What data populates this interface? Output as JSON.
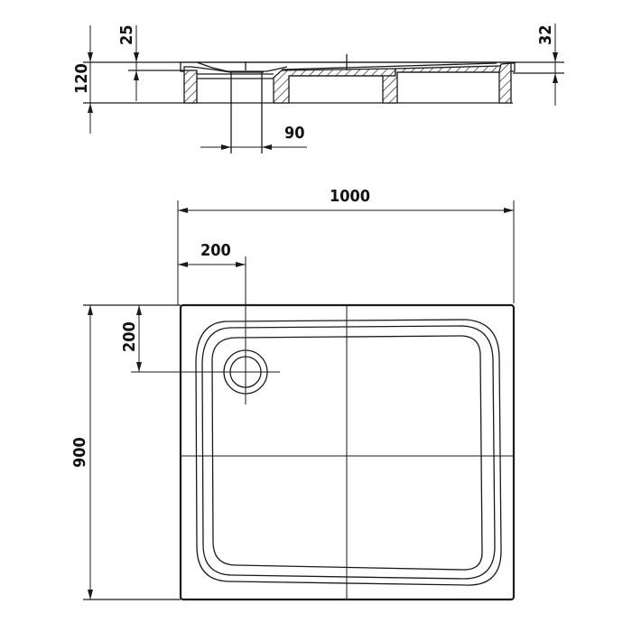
{
  "drawing": {
    "title": "Shower tray technical drawing",
    "units": "mm",
    "colors": {
      "line": "#1a1a1a",
      "background": "#ffffff"
    }
  },
  "section_view": {
    "dimensions": {
      "total_height": "120",
      "rim_depth": "25",
      "edge_height": "32",
      "drain_diameter": "90"
    }
  },
  "plan_view": {
    "dimensions": {
      "width": "1000",
      "depth": "900",
      "drain_offset_x": "200",
      "drain_offset_y": "200"
    }
  }
}
